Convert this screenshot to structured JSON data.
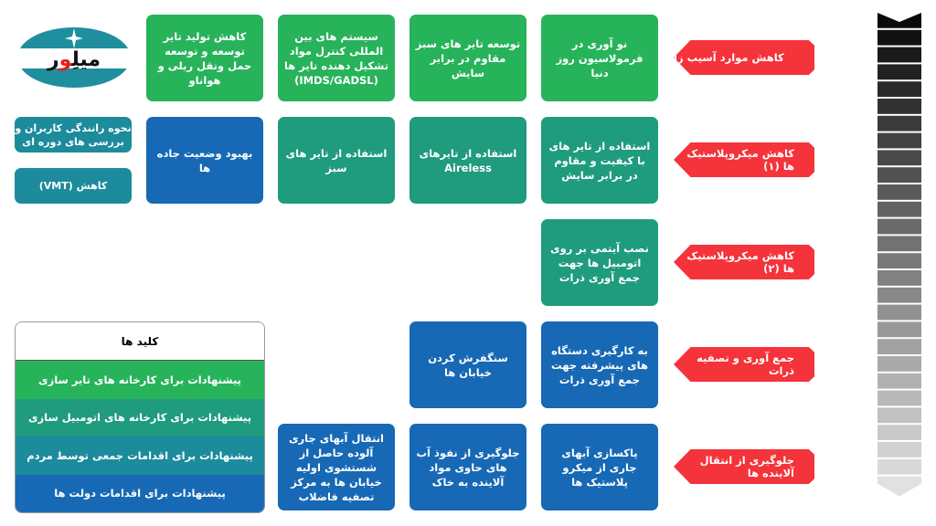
{
  "logo": {
    "text": "میلِور"
  },
  "categories": [
    {
      "label": "کاهش موارد آسیب زا"
    },
    {
      "label": "کاهش میکروپلاستیک ها (۱)"
    },
    {
      "label": "کاهش میکروپلاستیک ها (۲)"
    },
    {
      "label": "جمع آوری و تصفیه ذرات"
    },
    {
      "label": "جلوگیری از انتقال آلاینده ها"
    }
  ],
  "boxes": {
    "r1c4": "نو آوری در فرمولاسیون روز دنیا",
    "r1c3": "توسعه تایر های سبز مقاوم در برابر سایش",
    "r1c2": "سیستم های بین المللی کنترل مواد تشکیل دهنده تایر ها (IMDS/GADSL)",
    "r1c1": "کاهش تولید تایر توسعه و توسعه حمل ونقل ریلی و هواناو",
    "r2c4": "استفاده از تایر های با کیفیت و مقاوم در برابر سایش",
    "r2c3": "استفاده از تایرهای Aireless",
    "r2c2": "استفاده از تایر های سبز",
    "r2c1": "بهبود وضعیت جاده ها",
    "r2s1": "نحوه رانندگی کاربران و بررسی های دوره ای",
    "r2s2": "کاهش (VMT)",
    "r3c4": "نصب آیتمی بر روی اتومبیل ها جهت جمع آوری ذرات",
    "r4c4": "به کارگیری دستگاه های پیشرفته جهت جمع آوری ذرات",
    "r4c3": "سنگفرش کردن خیابان ها",
    "r5c4": "پاکسازی آبهای جاری از میکرو پلاستیک ها",
    "r5c3": "جلوگیری از نفوذ آب های حاوی مواد آلاینده به خاک",
    "r5c2": "انتقال آبهای جاری آلوده حاصل از شستشوی اولیه خیابان ها به مرکز تصفیه فاضلاب"
  },
  "legend": {
    "title": "کلید ها",
    "items": [
      {
        "label": "پیشنهادات برای کارخانه های تایر سازی",
        "color": "#27b35a"
      },
      {
        "label": "پیشنهادات برای کارخانه های اتومبیل سازی",
        "color": "#1f9b7d"
      },
      {
        "label": "پیشنهادات برای اقدامات جمعی توسط مردم",
        "color": "#1c8b9c"
      },
      {
        "label": "پیشنهادات برای اقدامات دولت ها",
        "color": "#1769b5"
      }
    ]
  },
  "colors": {
    "accent_red": "#f5333a"
  }
}
